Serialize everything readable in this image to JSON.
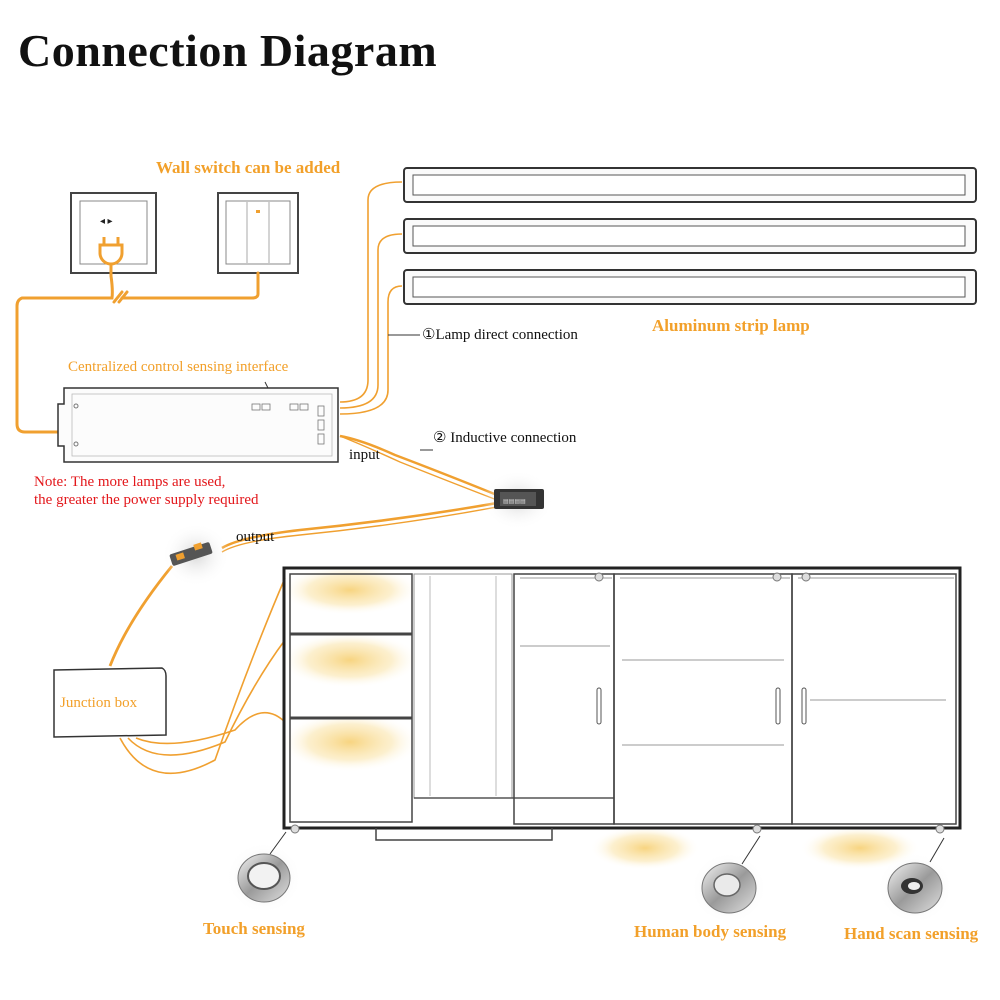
{
  "title": "Connection Diagram",
  "labels": {
    "wall_switch": "Wall switch can be added",
    "lamp_direct": "①Lamp direct connection",
    "aluminum_lamp": "Aluminum strip lamp",
    "centralized": "Centralized control sensing interface",
    "inductive": "② Inductive connection",
    "input": "input",
    "output": "output",
    "note_line1": "Note: The more lamps are used,",
    "note_line2": "the greater the power supply required",
    "junction_box": "Junction box",
    "touch": "Touch sensing",
    "human": "Human body sensing",
    "hand": "Hand scan sensing"
  },
  "colors": {
    "wire": "#f0a030",
    "label_orange": "#f2a02a",
    "note_red": "#e3171b",
    "light_glow": "#f7d27a"
  }
}
